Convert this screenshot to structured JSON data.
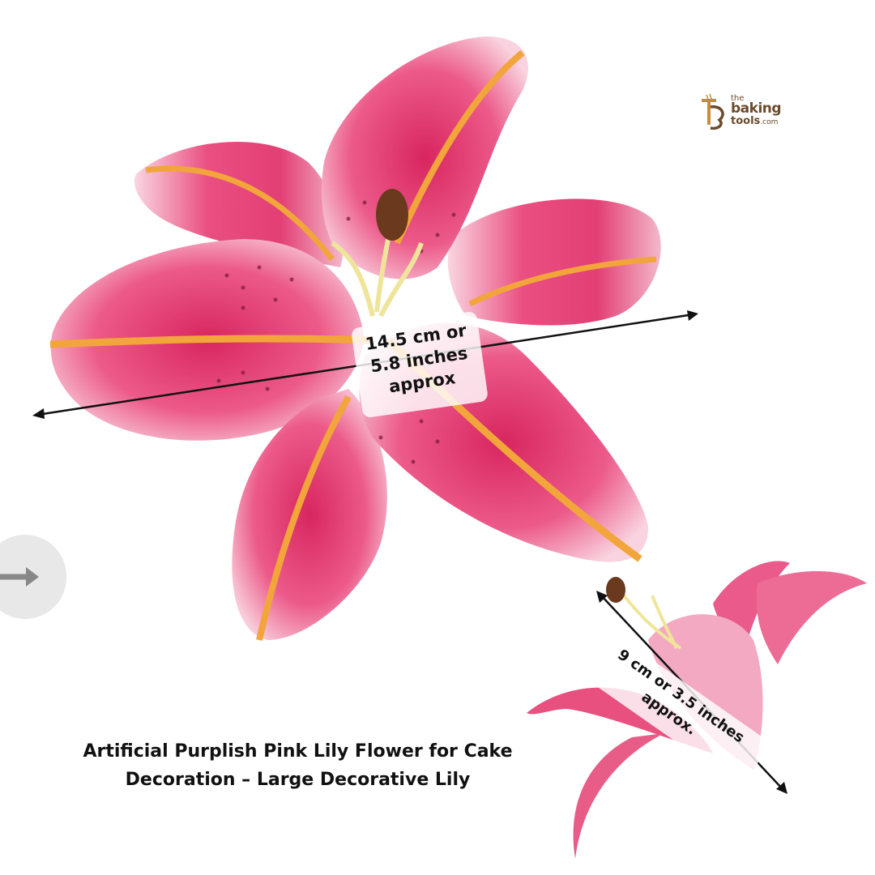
{
  "brand": {
    "line1": "the",
    "line2": "baking",
    "line3": "tools",
    "line3_suffix": ".com",
    "color": "#6b4b2a"
  },
  "nav": {
    "icon": "arrow-right-icon"
  },
  "measurements": {
    "width_label": [
      "14.5 cm or",
      "5.8 inches",
      "approx"
    ],
    "height_label": [
      "9 cm or 3.5 inches",
      "approx."
    ]
  },
  "caption": {
    "line1": "Artificial Purplish Pink Lily Flower for Cake",
    "line2": "Decoration – Large Decorative Lily"
  },
  "colors": {
    "petal": "#e84a7c",
    "petal_light": "#f7c9d6",
    "stripe": "#f2a53a",
    "anther": "#6b3a1e"
  }
}
